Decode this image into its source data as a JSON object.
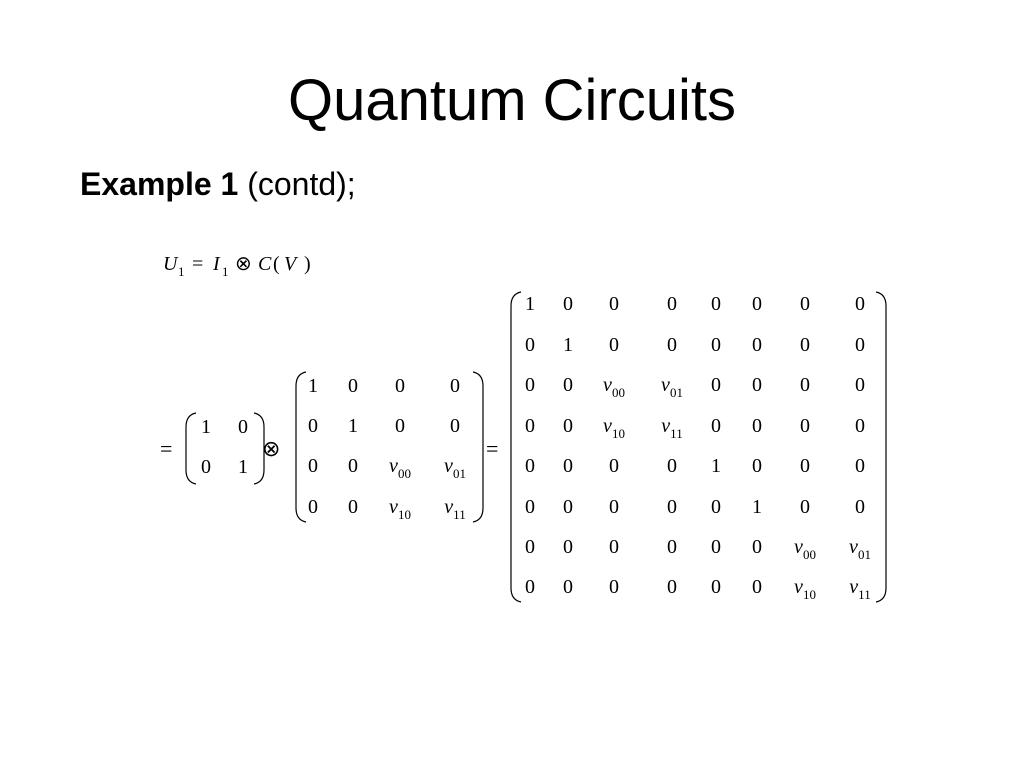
{
  "slide": {
    "title": "Quantum Circuits",
    "subtitle_bold": "Example 1",
    "subtitle_rest": " (contd);"
  },
  "equation": {
    "lhs": {
      "U": "U",
      "U_sub": "1",
      "eq": "=",
      "I": "I",
      "I_sub": "1",
      "otimes": "⊗",
      "C": "C",
      "lparen": "(",
      "V": "V",
      "rparen": ")"
    },
    "eq_sign_1": "=",
    "otimes": "⊗",
    "eq_sign_2": "=",
    "identity_2x2": [
      [
        "1",
        "0"
      ],
      [
        "0",
        "1"
      ]
    ],
    "cv_4x4": [
      [
        "1",
        "0",
        "0",
        "0"
      ],
      [
        "0",
        "1",
        "0",
        "0"
      ],
      [
        "0",
        "0",
        "v_00",
        "v_01"
      ],
      [
        "0",
        "0",
        "v_10",
        "v_11"
      ]
    ],
    "result_8x8": [
      [
        "1",
        "0",
        "0",
        "0",
        "0",
        "0",
        "0",
        "0"
      ],
      [
        "0",
        "1",
        "0",
        "0",
        "0",
        "0",
        "0",
        "0"
      ],
      [
        "0",
        "0",
        "v_00",
        "v_01",
        "0",
        "0",
        "0",
        "0"
      ],
      [
        "0",
        "0",
        "v_10",
        "v_11",
        "0",
        "0",
        "0",
        "0"
      ],
      [
        "0",
        "0",
        "0",
        "0",
        "1",
        "0",
        "0",
        "0"
      ],
      [
        "0",
        "0",
        "0",
        "0",
        "0",
        "1",
        "0",
        "0"
      ],
      [
        "0",
        "0",
        "0",
        "0",
        "0",
        "0",
        "v_00",
        "v_01"
      ],
      [
        "0",
        "0",
        "0",
        "0",
        "0",
        "0",
        "v_10",
        "v_11"
      ]
    ]
  }
}
